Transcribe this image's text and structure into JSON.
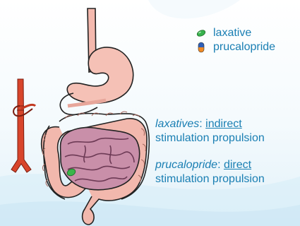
{
  "legend": {
    "items": [
      {
        "label": "laxative",
        "icon": "green-pill-icon",
        "color": "#37b24d"
      },
      {
        "label": "prucalopride",
        "icon": "capsule-icon",
        "colors": [
          "#2e5fb8",
          "#f08a24"
        ]
      }
    ]
  },
  "statements": [
    {
      "drug": "laxatives",
      "colon": ": ",
      "kind": "indirect",
      "rest": "stimulation propulsion"
    },
    {
      "drug": "prucalopride",
      "colon": ": ",
      "kind": "direct",
      "rest": "stimulation propulsion"
    }
  ],
  "colors": {
    "text": "#1a7fb3",
    "intestine": "#f2b8ad",
    "small_intestine": "#c98fa9",
    "stomach": "#f5c1b6",
    "vessel": "#d8452b"
  }
}
